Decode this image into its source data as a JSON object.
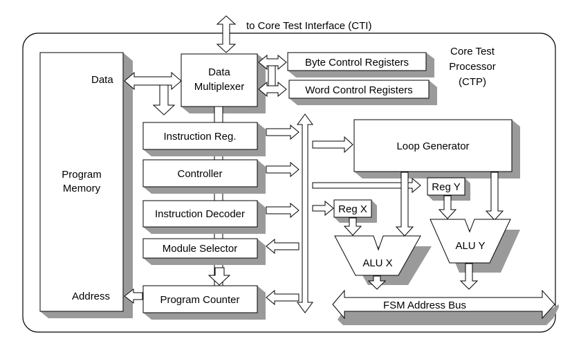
{
  "title_arrow_label": "to Core Test Interface (CTI)",
  "processor_label": [
    "Core Test",
    "Processor",
    "(CTP)"
  ],
  "program_memory": {
    "label": [
      "Program",
      "Memory"
    ],
    "data_port": "Data",
    "address_port": "Address"
  },
  "blocks": {
    "data_multiplexer": [
      "Data",
      "Multiplexer"
    ],
    "byte_control_registers": "Byte Control Registers",
    "word_control_registers": "Word Control Registers",
    "instruction_reg": "Instruction Reg.",
    "controller": "Controller",
    "instruction_decoder": "Instruction Decoder",
    "module_selector": "Module Selector",
    "program_counter": "Program Counter",
    "loop_generator": "Loop Generator",
    "reg_x": "Reg X",
    "reg_y": "Reg Y",
    "alu_x": "ALU X",
    "alu_y": "ALU Y"
  },
  "fsm_bus": "FSM Address Bus",
  "colors": {
    "stroke": "#000000",
    "fill": "#ffffff",
    "shadow": "#9a9a9a"
  }
}
